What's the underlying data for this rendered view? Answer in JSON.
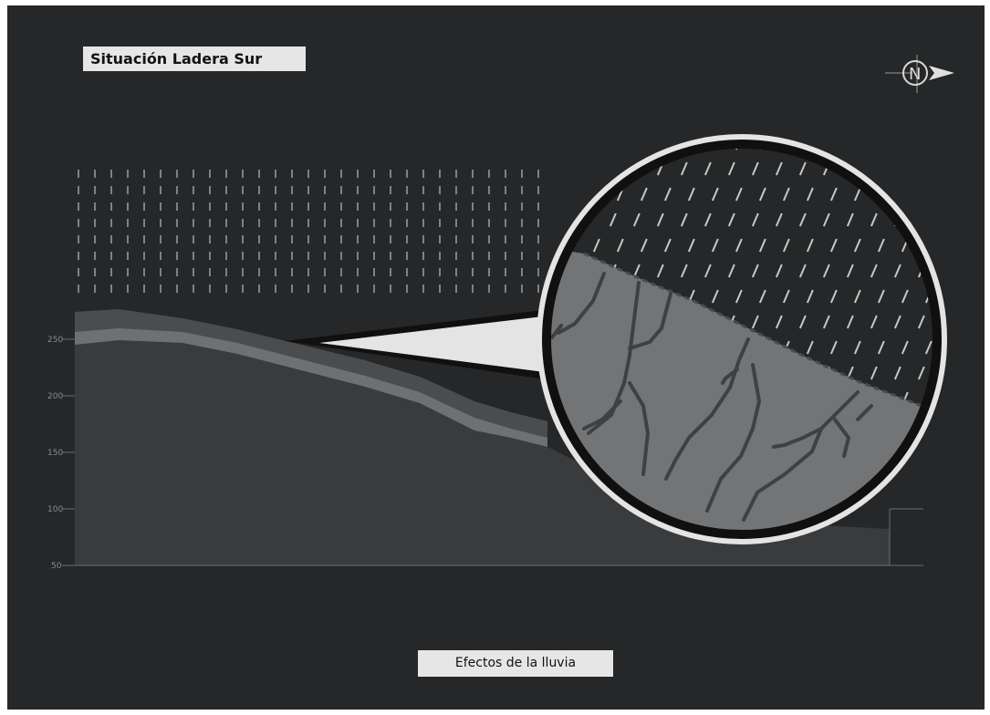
{
  "title": "Situación Ladera Sur",
  "caption": "Efectos de la lluvia",
  "compass": {
    "letter": "N",
    "icon": "north-arrow-icon"
  },
  "axis": {
    "ticks": [
      "250",
      "200",
      "150",
      "100",
      "50"
    ]
  },
  "colors": {
    "background": "#262728",
    "terrain": "#3c3d3f",
    "soil_band": "#4a4b4d",
    "soil_highlight": "#6d6e70",
    "zoom_soil": "#747577",
    "cracks": "#3e3f41",
    "rain": "#c8c8c8",
    "label_box": "#e6e6e6"
  }
}
